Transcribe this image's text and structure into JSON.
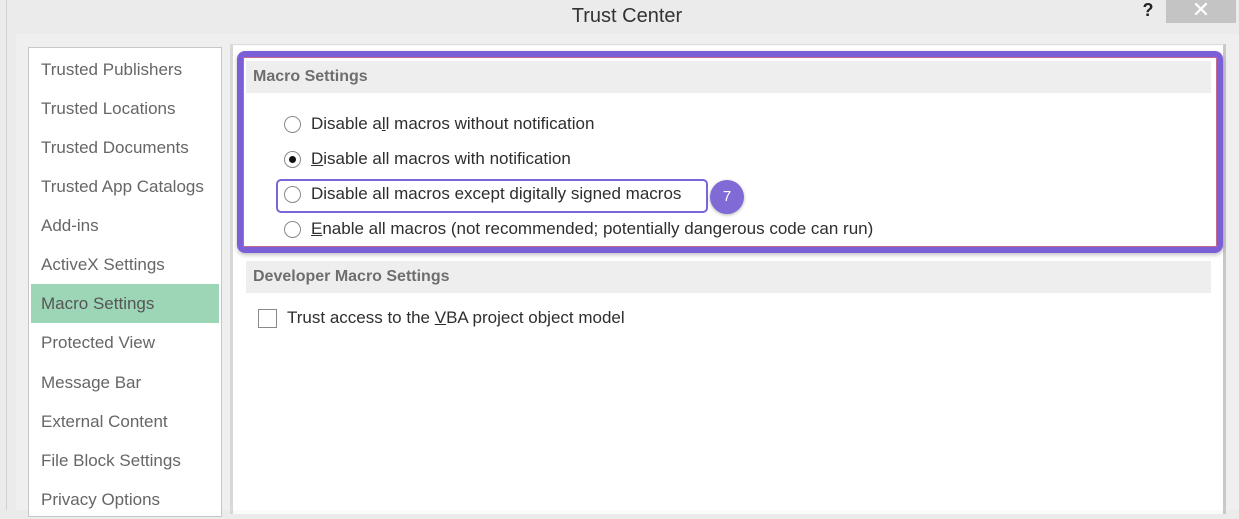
{
  "window": {
    "title": "Trust Center",
    "help_label": "?",
    "close_label": "✕"
  },
  "sidebar": {
    "items": [
      {
        "label": "Trusted Publishers",
        "active": false
      },
      {
        "label": "Trusted Locations",
        "active": false
      },
      {
        "label": "Trusted Documents",
        "active": false
      },
      {
        "label": "Trusted App Catalogs",
        "active": false
      },
      {
        "label": "Add-ins",
        "active": false
      },
      {
        "label": "ActiveX Settings",
        "active": false
      },
      {
        "label": "Macro Settings",
        "active": true
      },
      {
        "label": "Protected View",
        "active": false
      },
      {
        "label": "Message Bar",
        "active": false
      },
      {
        "label": "External Content",
        "active": false
      },
      {
        "label": "File Block Settings",
        "active": false
      },
      {
        "label": "Privacy Options",
        "active": false
      }
    ]
  },
  "macro_settings": {
    "header": "Macro Settings",
    "options": [
      {
        "pre": "Disable a",
        "accel": "l",
        "post": "l macros without notification",
        "checked": false
      },
      {
        "pre": "",
        "accel": "D",
        "post": "isable all macros with notification",
        "checked": true
      },
      {
        "pre": "Disable all macros except di",
        "accel": "g",
        "post": "itally signed macros",
        "checked": false
      },
      {
        "pre": "",
        "accel": "E",
        "post": "nable all macros (not recommended; potentially dangerous code can run)",
        "checked": false
      }
    ]
  },
  "developer_macro_settings": {
    "header": "Developer Macro Settings",
    "checkbox": {
      "pre": "Trust access to the ",
      "accel": "V",
      "post": "BA project object model",
      "checked": false
    }
  },
  "annotation": {
    "step_number": "7",
    "highlight_color": "#7a5fd6"
  },
  "colors": {
    "active_sidebar": "#9dd6b6",
    "highlight_border": "#7a5fd6",
    "badge": "#7f6ad6"
  }
}
